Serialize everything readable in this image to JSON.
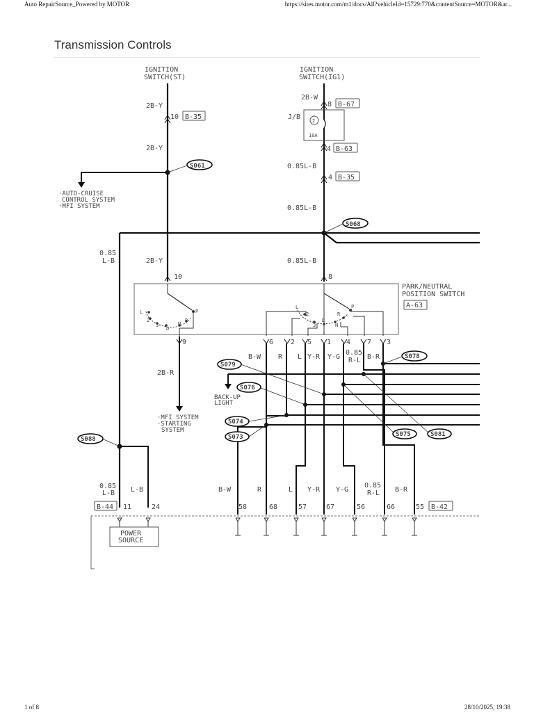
{
  "header": {
    "left": "Auto RepairSource_Powered by MOTOR",
    "right": "https://sites.motor.com/m1/docs/All?vehicleId=15729:770&contentSource=MOTOR&ar..."
  },
  "page": {
    "title": "Transmission Controls"
  },
  "footer": {
    "page_indicator": "1 of 8",
    "timestamp": "28/10/2025, 19:38"
  },
  "diagram": {
    "ign_st_1": "IGNITION",
    "ign_st_2": "SWITCH(ST)",
    "ign_ig1_1": "IGNITION",
    "ign_ig1_2": "SWITCH(IG1)",
    "w_2by_a": "2B-Y",
    "w_2by_b": "2B-Y",
    "w_2by_c": "2B-Y",
    "pin10_top": "10",
    "conn_b35_a": "B-35",
    "w_2bw": "2B-W",
    "pin8_top": "8",
    "conn_b67": "B-67",
    "jb": "J/B",
    "fuse_num": "2",
    "fuse_amp": "10A",
    "pin4_a": "4",
    "conn_b63": "B-63",
    "w_085lb_a": "0.85L-B",
    "pin4_b": "4",
    "conn_b35_b": "B-35",
    "w_085lb_b": "0.85L-B",
    "w_085lb_c": "0.85L-B",
    "w_085_left": "0.85",
    "w_lb_left": "L-B",
    "s061": "S061",
    "s068": "S068",
    "dest_a1": "·AUTO-CRUISE",
    "dest_a2": "CONTROL SYSTEM",
    "dest_a3": "·MFI SYSTEM",
    "pin10_sw": "10",
    "pin8_sw": "8",
    "pns_1": "PARK/NEUTRAL",
    "pns_2": "POSITION SWITCH",
    "conn_a63": "A-63",
    "sw_L": "L",
    "sw_2": "2",
    "sw_3": "3",
    "sw_D": "D",
    "sw_N": "N",
    "sw_R": "R",
    "sw_P": "P",
    "sw2_L": "L",
    "sw2_2": "2",
    "sw2_3": "3",
    "sw2_D": "D",
    "sw2_N": "N",
    "sw2_R": "R",
    "sw2_P": "P",
    "pin9": "9",
    "pin6": "6",
    "pin2": "2",
    "pin5": "5",
    "pin1": "1",
    "pin4_sw": "4",
    "pin7": "7",
    "pin3": "3",
    "c_bw": "B-W",
    "c_r": "R",
    "c_l": "L",
    "c_yr": "Y-R",
    "c_yg": "Y-G",
    "c_085": "0.85",
    "c_rl": "R-L",
    "c_br": "B-R",
    "w_2br": "2B-R",
    "dest_b1": "·MFI SYSTEM",
    "dest_b2": "·STARTING",
    "dest_b3": "SYSTEM",
    "backup_1": "BACK-UP",
    "backup_2": "LIGHT",
    "s079": "S079",
    "s076": "S076",
    "s074": "S074",
    "s073": "S073",
    "s078": "S078",
    "s075": "S075",
    "s081": "S081",
    "s088": "S088",
    "b_085": "0.85",
    "b_lb": "L-B",
    "b_lb2": "L-B",
    "b_bw": "B-W",
    "b_r": "R",
    "b_l": "L",
    "b_yr": "Y-R",
    "b_yg": "Y-G",
    "b_085b": "0.85",
    "b_rl": "R-L",
    "b_br": "B-R",
    "conn_b44": "B-44",
    "p11": "11",
    "p24": "24",
    "p58": "58",
    "p68": "68",
    "p57": "57",
    "p67": "67",
    "p56": "56",
    "p66": "66",
    "p55": "55",
    "conn_b42": "B-42",
    "ps_1": "POWER",
    "ps_2": "SOURCE"
  }
}
